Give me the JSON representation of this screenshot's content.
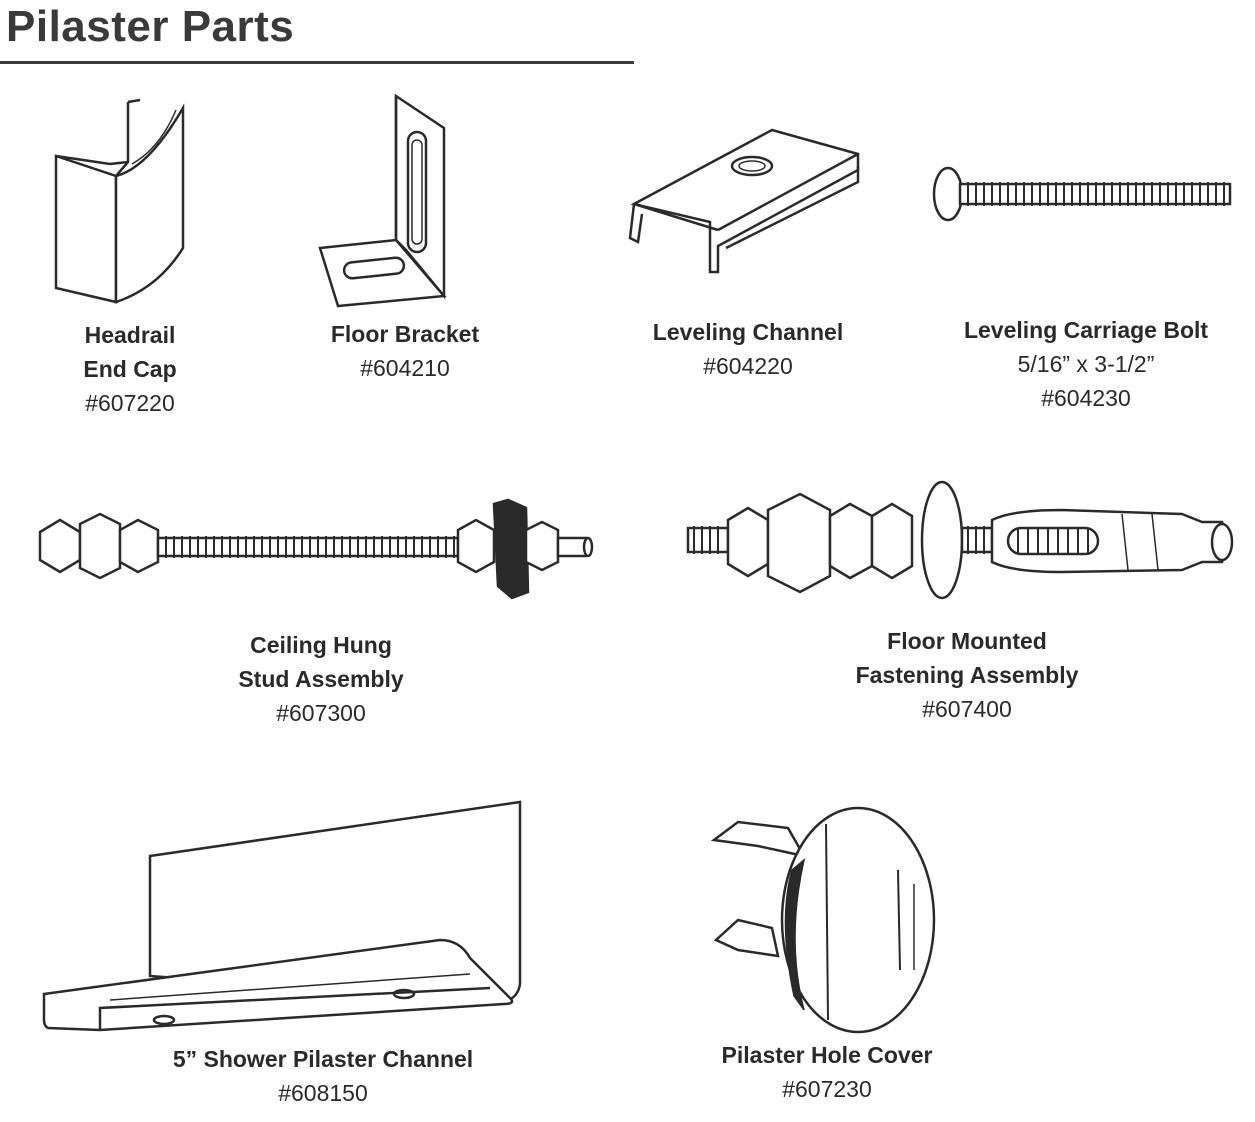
{
  "page": {
    "title": "Pilaster Parts"
  },
  "parts": [
    {
      "name_lines": [
        "Headrail",
        "End Cap"
      ],
      "spec": "",
      "number": "#607220",
      "icon": "end-cap-icon"
    },
    {
      "name_lines": [
        "Floor Bracket"
      ],
      "spec": "",
      "number": "#604210",
      "icon": "l-bracket-icon"
    },
    {
      "name_lines": [
        "Leveling Channel"
      ],
      "spec": "",
      "number": "#604220",
      "icon": "channel-icon"
    },
    {
      "name_lines": [
        "Leveling Carriage Bolt"
      ],
      "spec": "5/16” x 3-1/2”",
      "number": "#604230",
      "icon": "carriage-bolt-icon"
    },
    {
      "name_lines": [
        "Ceiling Hung",
        "Stud Assembly"
      ],
      "spec": "",
      "number": "#607300",
      "icon": "threaded-stud-icon"
    },
    {
      "name_lines": [
        "Floor Mounted",
        "Fastening Assembly"
      ],
      "spec": "",
      "number": "#607400",
      "icon": "anchor-bolt-icon"
    },
    {
      "name_lines": [
        "5” Shower Pilaster Channel"
      ],
      "spec": "",
      "number": "#608150",
      "icon": "angle-channel-icon"
    },
    {
      "name_lines": [
        "Pilaster Hole Cover"
      ],
      "spec": "",
      "number": "#607230",
      "icon": "hole-cover-icon"
    }
  ]
}
